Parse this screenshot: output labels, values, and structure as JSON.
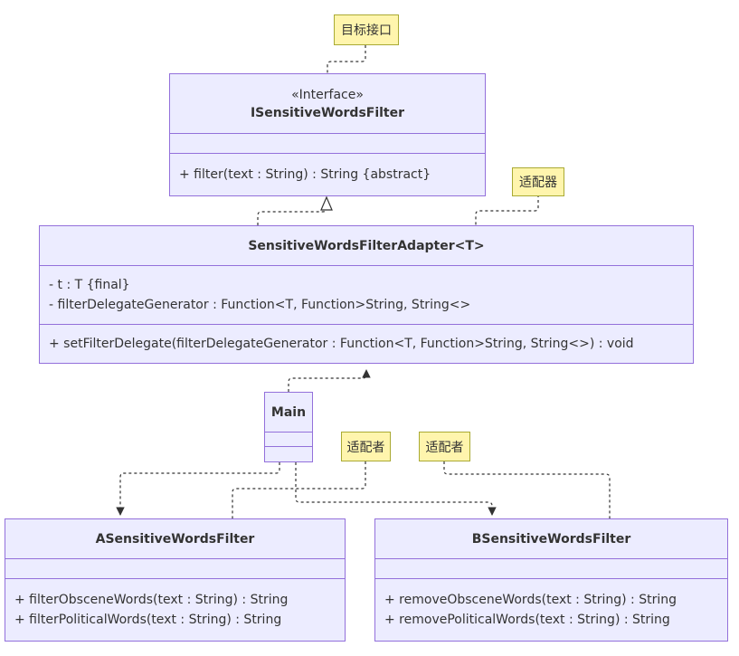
{
  "classes": {
    "isensitive": {
      "stereotype": "«Interface»",
      "name": "ISensitiveWordsFilter",
      "methods": [
        "+ filter(text : String) : String {abstract}"
      ]
    },
    "adapter": {
      "name": "SensitiveWordsFilterAdapter<T>",
      "attributes": [
        "- t : T {final}",
        "- filterDelegateGenerator : Function<T, Function>String, String<>"
      ],
      "methods": [
        "+ setFilterDelegate(filterDelegateGenerator : Function<T, Function>String, String<>) : void"
      ]
    },
    "main": {
      "name": "Main"
    },
    "a_filter": {
      "name": "ASensitiveWordsFilter",
      "methods": [
        "+ filterObsceneWords(text : String) : String",
        "+ filterPoliticalWords(text : String) : String"
      ]
    },
    "b_filter": {
      "name": "BSensitiveWordsFilter",
      "methods": [
        "+ removeObsceneWords(text : String) : String",
        "+ removePoliticalWords(text : String) : String"
      ]
    }
  },
  "notes": {
    "target": "目标接口",
    "adapter": "适配器",
    "adaptee_a": "适配者",
    "adaptee_b": "适配者"
  },
  "colors": {
    "class_fill": "#ECECFF",
    "class_border": "#9370DB",
    "note_fill": "#FFF5AD",
    "note_border": "#AAAA33",
    "edge": "#333333"
  }
}
